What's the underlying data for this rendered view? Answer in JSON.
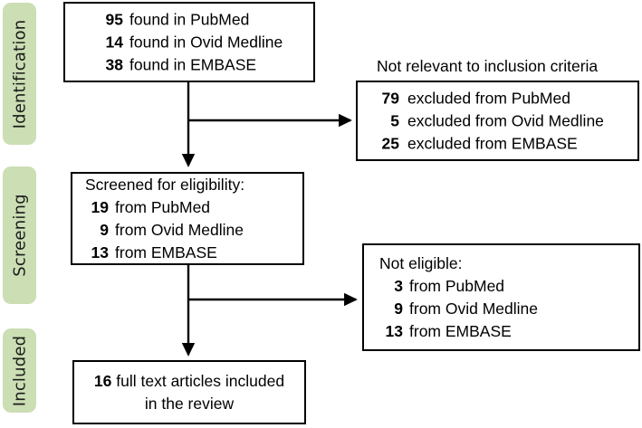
{
  "figure": {
    "type": "prisma-flow-diagram",
    "colors": {
      "stage_label_fill": "#cbdeb4",
      "box_border": "#000000",
      "box_fill": "#ffffff",
      "text": "#000000"
    }
  },
  "stages": [
    {
      "label": "Identification"
    },
    {
      "label": "Screening"
    },
    {
      "label": "Included"
    }
  ],
  "identification_box": {
    "rows": [
      {
        "num": "95",
        "txt": "found in PubMed"
      },
      {
        "num": "14",
        "txt": "found in Ovid Medline"
      },
      {
        "num": "38",
        "txt": "found in EMBASE"
      }
    ]
  },
  "excluded_box": {
    "caption": "Not relevant to inclusion criteria",
    "rows": [
      {
        "num": "79",
        "txt": "excluded from PubMed"
      },
      {
        "num": "5",
        "txt": "excluded from Ovid Medline"
      },
      {
        "num": "25",
        "txt": "excluded from EMBASE"
      }
    ]
  },
  "screened_box": {
    "heading": "Screened for eligibility:",
    "rows": [
      {
        "num": "19",
        "txt": "from PubMed"
      },
      {
        "num": "9",
        "txt": "from Ovid Medline"
      },
      {
        "num": "13",
        "txt": "from EMBASE"
      }
    ]
  },
  "not_eligible_box": {
    "heading": "Not eligible:",
    "rows": [
      {
        "num": "3",
        "txt": "from PubMed"
      },
      {
        "num": "9",
        "txt": "from Ovid Medline"
      },
      {
        "num": "13",
        "txt": "from EMBASE"
      }
    ]
  },
  "included_box": {
    "num": "16",
    "line1": "full text articles included",
    "line2": "in the review"
  }
}
